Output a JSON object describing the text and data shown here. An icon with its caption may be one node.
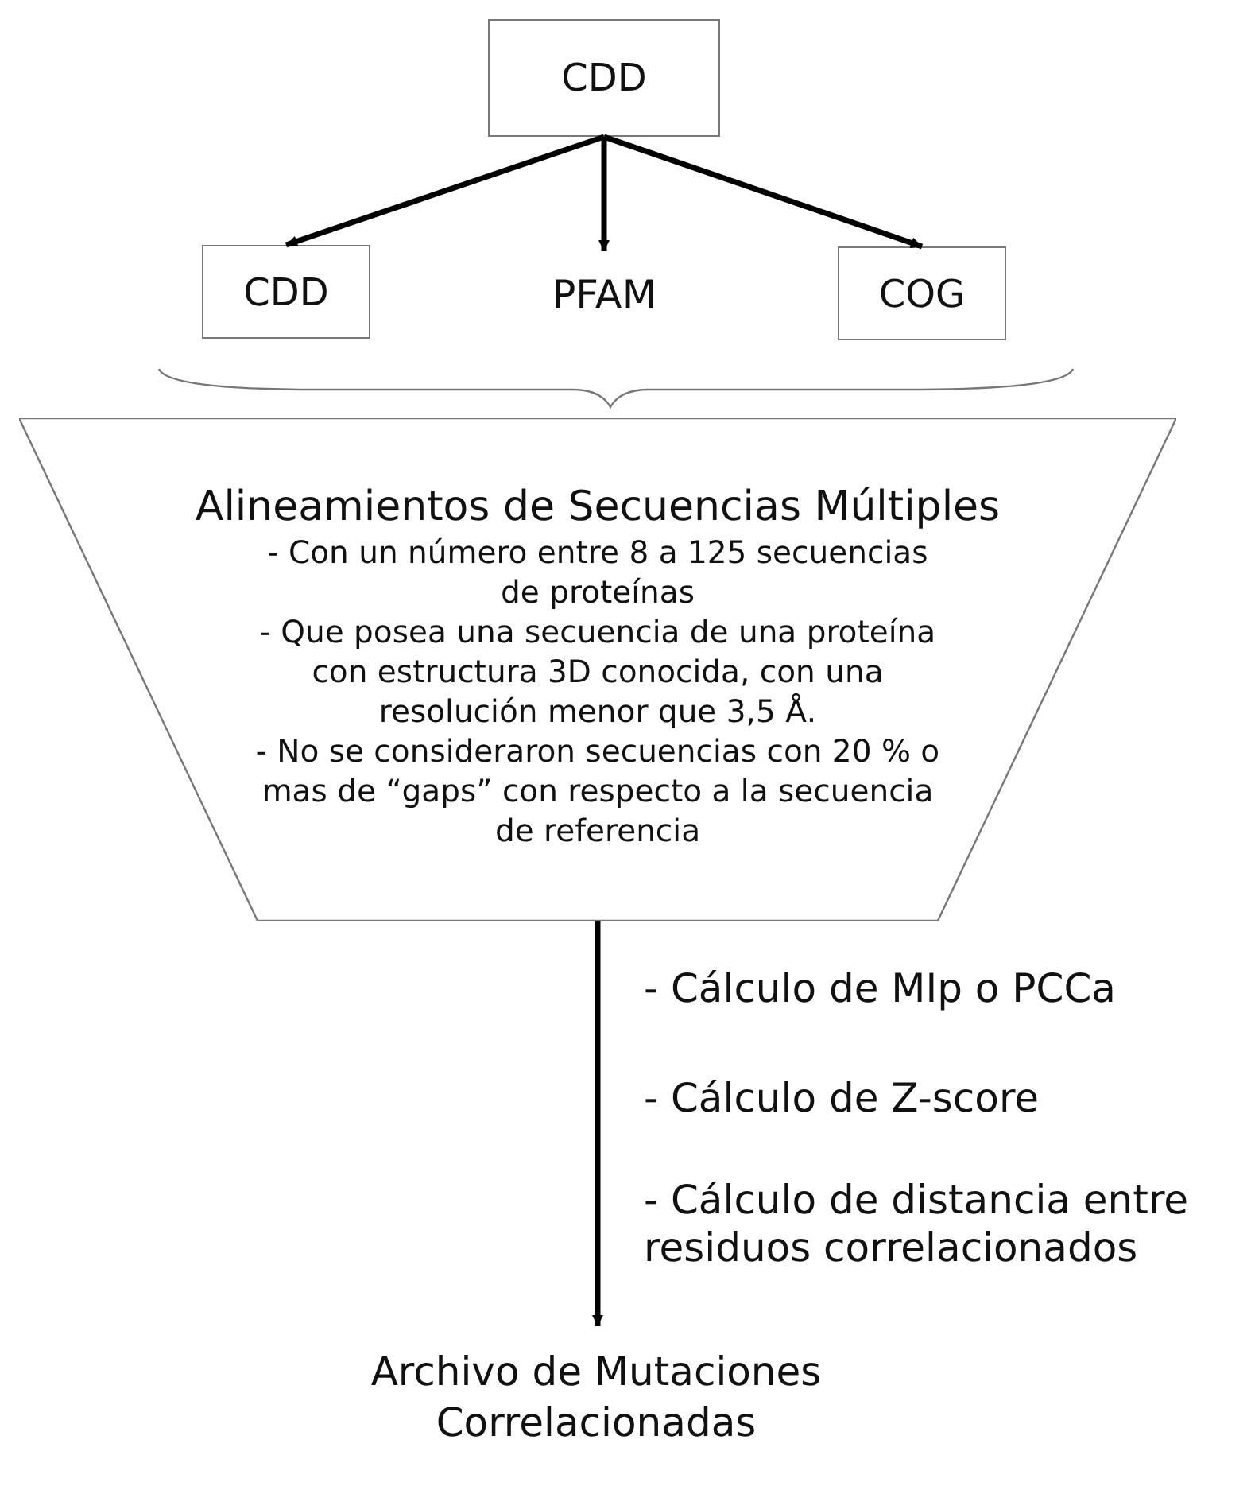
{
  "diagram": {
    "nodes": [
      {
        "text": [
          "CDD"
        ]
      },
      {
        "text": [
          "CDD"
        ]
      },
      {
        "text": [
          "PFAM"
        ]
      },
      {
        "text": [
          "COG"
        ]
      },
      {
        "text": [
          "Alineamientos de Secuencias  Múltiples",
          "- Con un número entre  8 a 125 secuencias de proteínas",
          "- Que posea una secuencia de una proteína con estructura 3D conocida,  con una resolución menor que 3,5 Å.",
          "- No se consideraron secuencias con 20 % o mas de “gaps” con respecto a la secuencia de referencia"
        ]
      },
      {
        "text": [
          "Archivo de Mutaciones Correlacionadas"
        ]
      }
    ],
    "edges": [
      {
        "from": 0,
        "to": 1,
        "arrow": "to"
      },
      {
        "from": 0,
        "to": 2,
        "arrow": "to"
      },
      {
        "from": 0,
        "to": 3,
        "arrow": "to"
      },
      {
        "from": 4,
        "to": 5,
        "arrow": "to"
      }
    ],
    "labels": [
      "- Cálculo de MIp o PCCa",
      "- Cálculo de Z-score",
      "- Cálculo de distancia entre residuos correlacionados"
    ]
  }
}
